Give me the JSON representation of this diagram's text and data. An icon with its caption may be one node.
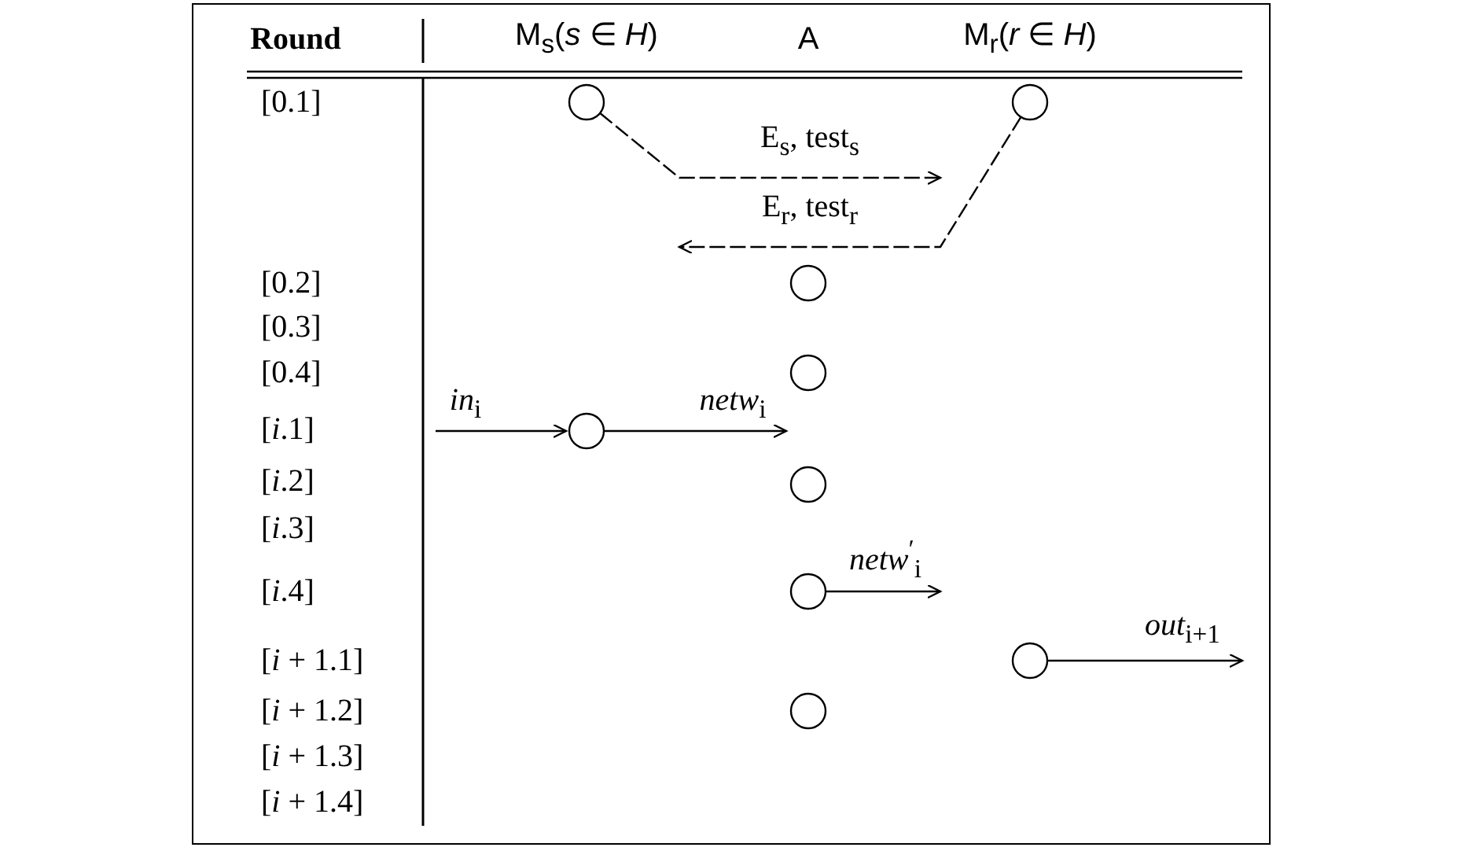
{
  "diagram": {
    "nodes": [
      {
        "text": [],
        "shape": "circle"
      },
      {
        "text": [],
        "shape": "circle"
      },
      {
        "text": [],
        "shape": "circle"
      },
      {
        "text": [],
        "shape": "circle"
      },
      {
        "text": [],
        "shape": "circle"
      },
      {
        "text": [],
        "shape": "circle"
      },
      {
        "text": [],
        "shape": "circle"
      },
      {
        "text": [],
        "shape": "circle"
      },
      {
        "text": [],
        "shape": "circle"
      }
    ],
    "edges": [
      {
        "from": 0,
        "to": null,
        "arrow": "to",
        "label": "E$_{s}$, test$_{s}$",
        "style": "dashed"
      },
      {
        "from": 1,
        "to": null,
        "arrow": "to",
        "label": "E$_{r}$, test$_{r}$",
        "style": "dashed"
      },
      {
        "from": null,
        "to": 4,
        "arrow": "to",
        "label": "*in*$_{i}$"
      },
      {
        "from": 4,
        "to": null,
        "arrow": "to",
        "label": "*netw*$_{i}$"
      },
      {
        "from": 6,
        "to": null,
        "arrow": "to",
        "label": "*netw*$^{′}$$_{i}$"
      },
      {
        "from": 7,
        "to": null,
        "arrow": "to",
        "label": "*out*$_{i+1}$"
      }
    ],
    "labels": [
      "Round",
      "M$_{s}$(*s* ∈ *H*)",
      "A",
      "M$_{r}$(*r* ∈ *H*)",
      "[0.1]",
      "[0.2]",
      "[0.3]",
      "[0.4]",
      "[*i*.1]",
      "[*i*.2]",
      "[*i*.3]",
      "[*i*.4]",
      "[*i* + 1.1]",
      "[*i* + 1.2]",
      "[*i* + 1.3]",
      "[*i* + 1.4]"
    ]
  }
}
